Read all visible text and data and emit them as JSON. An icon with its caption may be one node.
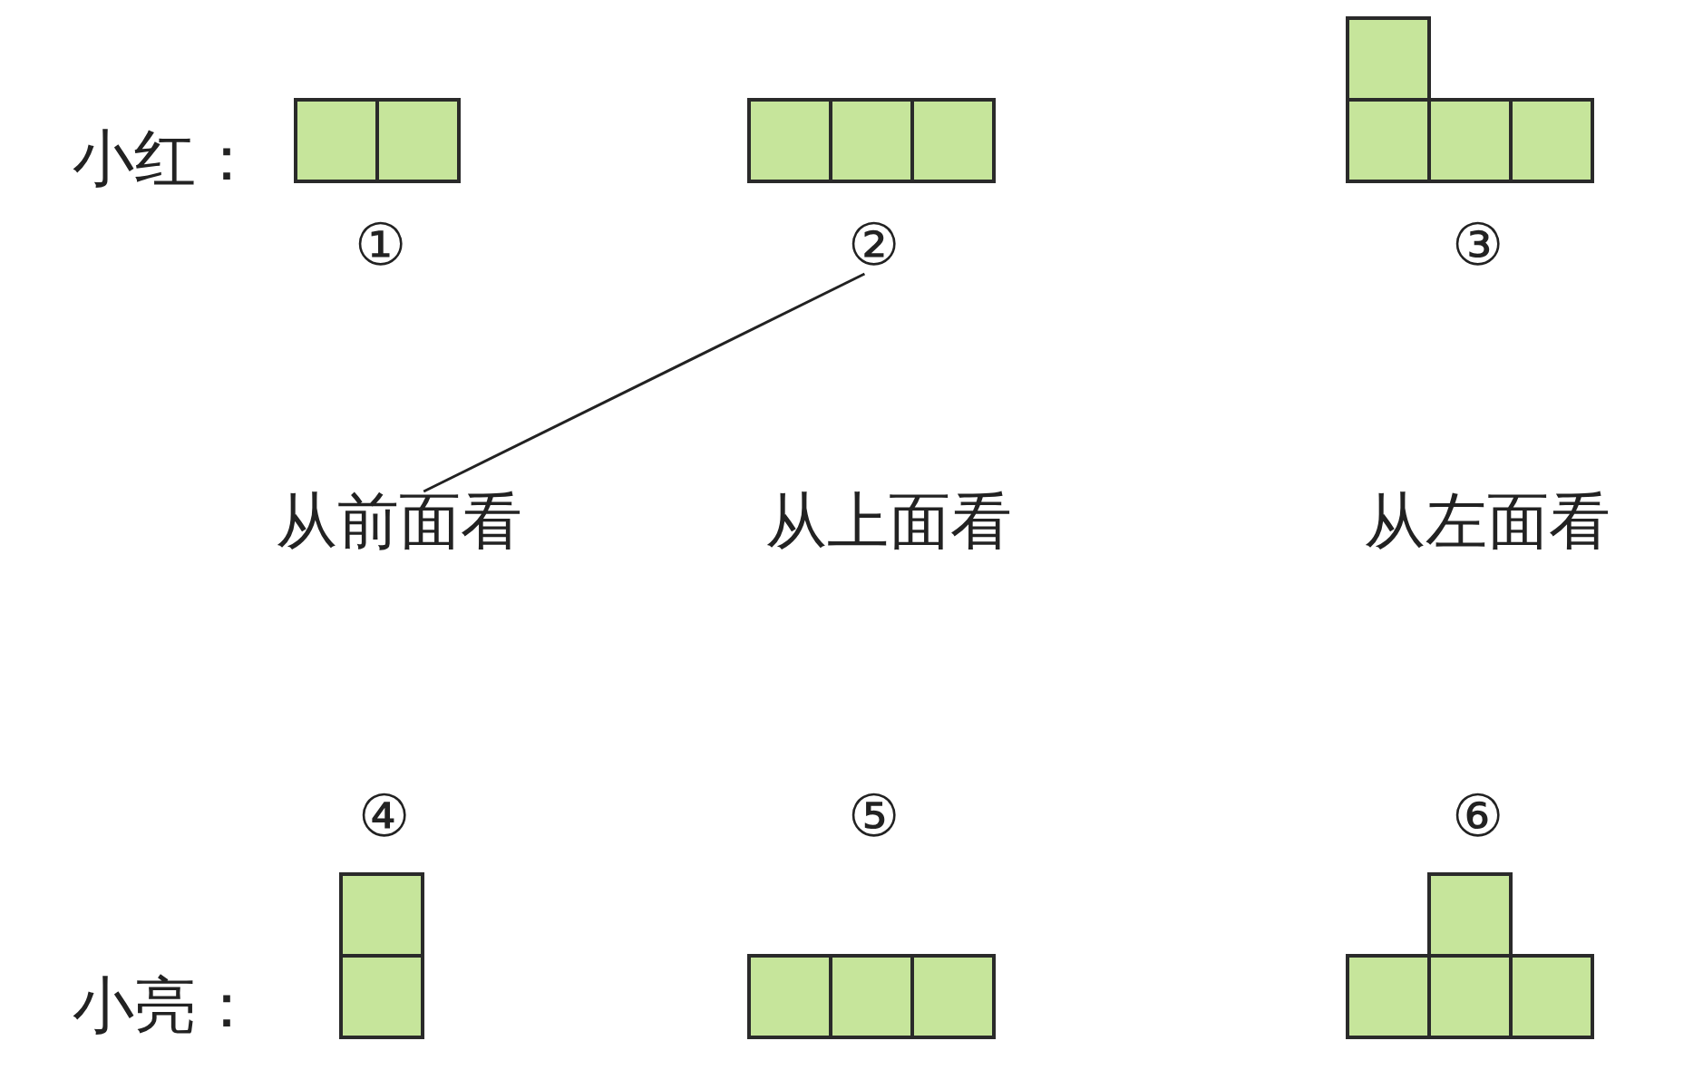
{
  "diagram": {
    "nodes": [
      {
        "text": [
          "①"
        ]
      },
      {
        "text": [
          "②"
        ]
      },
      {
        "text": [
          "③"
        ]
      },
      {
        "text": [
          "④"
        ]
      },
      {
        "text": [
          "⑤"
        ]
      },
      {
        "text": [
          "⑥"
        ]
      },
      {
        "text": [
          "从前面看"
        ]
      },
      {
        "text": [
          "从上面看"
        ]
      },
      {
        "text": [
          "从左面看"
        ]
      }
    ],
    "edges": [
      {
        "from": 1,
        "to": 6,
        "arrow": "none"
      }
    ],
    "labels": [
      "小红：",
      "小亮："
    ]
  }
}
